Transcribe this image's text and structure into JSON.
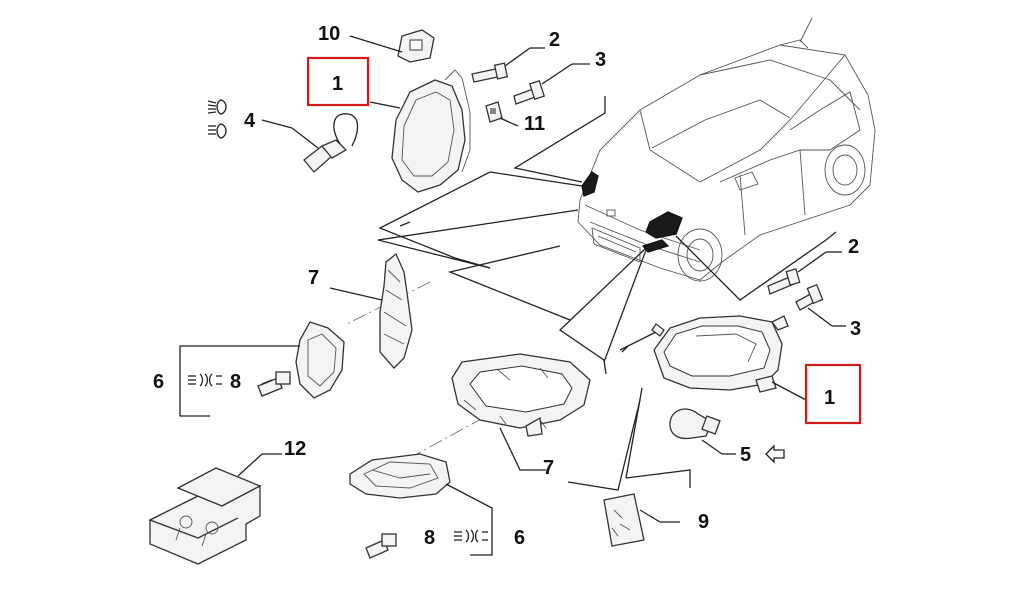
{
  "diagram": {
    "callouts": [
      {
        "id": "c10",
        "text": "10"
      },
      {
        "id": "c1a",
        "text": "1"
      },
      {
        "id": "c2a",
        "text": "2"
      },
      {
        "id": "c3a",
        "text": "3"
      },
      {
        "id": "c4",
        "text": "4"
      },
      {
        "id": "c11",
        "text": "11"
      },
      {
        "id": "c7a",
        "text": "7"
      },
      {
        "id": "c6a",
        "text": "6"
      },
      {
        "id": "c8a",
        "text": "8"
      },
      {
        "id": "c2b",
        "text": "2"
      },
      {
        "id": "c3b",
        "text": "3"
      },
      {
        "id": "c1b",
        "text": "1"
      },
      {
        "id": "c5",
        "text": "5"
      },
      {
        "id": "c7b",
        "text": "7"
      },
      {
        "id": "c12",
        "text": "12"
      },
      {
        "id": "c9",
        "text": "9"
      },
      {
        "id": "c8b",
        "text": "8"
      },
      {
        "id": "c6b",
        "text": "6"
      }
    ],
    "highlight_color": "#d11a1a",
    "icons": [
      "headlamp-beam-icon",
      "fog-lamp-icon",
      "daytime-running-light-icon",
      "arrow-left-outline-icon"
    ]
  }
}
